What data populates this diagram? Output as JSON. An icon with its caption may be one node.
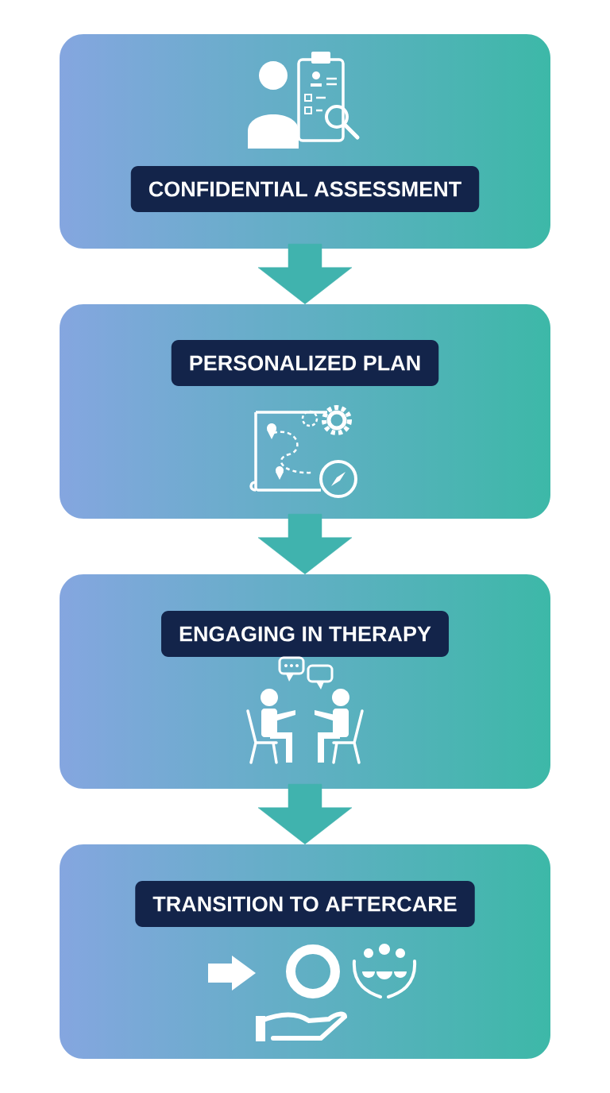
{
  "diagram": {
    "nodes": [
      {
        "text": [
          "CONFIDENTIAL ASSESSMENT"
        ]
      },
      {
        "text": [
          "PERSONALIZED PLAN"
        ]
      },
      {
        "text": [
          "ENGAGING IN THERAPY"
        ]
      },
      {
        "text": [
          "TRANSITION TO AFTERCARE"
        ]
      }
    ],
    "edges": [
      {
        "from": 0,
        "to": 1,
        "arrow": "to"
      },
      {
        "from": 1,
        "to": 2,
        "arrow": "to"
      },
      {
        "from": 2,
        "to": 3,
        "arrow": "to"
      }
    ]
  }
}
